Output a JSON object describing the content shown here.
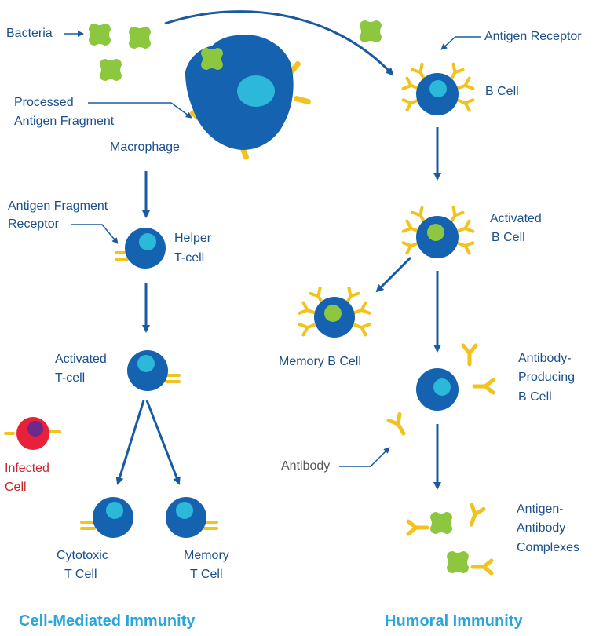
{
  "labels": {
    "bacteria": "Bacteria",
    "processed_antigen_1": "Processed",
    "processed_antigen_2": "Antigen Fragment",
    "macrophage": "Macrophage",
    "antigen_fragment_receptor_1": "Antigen Fragment",
    "antigen_fragment_receptor_2": "Receptor",
    "helper_t_1": "Helper",
    "helper_t_2": "T-cell",
    "activated_t_1": "Activated",
    "activated_t_2": "T-cell",
    "infected_1": "Infected",
    "infected_2": "Cell",
    "cytotoxic_1": "Cytotoxic",
    "cytotoxic_2": "T Cell",
    "memory_t_1": "Memory",
    "memory_t_2": "T Cell",
    "antigen_receptor": "Antigen Receptor",
    "b_cell": "B Cell",
    "activated_b_1": "Activated",
    "activated_b_2": "B Cell",
    "memory_b": "Memory B Cell",
    "antibody_producing_1": "Antibody-",
    "antibody_producing_2": "Producing",
    "antibody_producing_3": "B Cell",
    "antibody": "Antibody",
    "complexes_1": "Antigen-",
    "complexes_2": "Antibody",
    "complexes_3": "Complexes"
  },
  "titles": {
    "left": "Cell-Mediated Immunity",
    "right": "Humoral Immunity"
  },
  "colors": {
    "cell_blue": "#1562b0",
    "nucleus_cyan": "#2bb8d9",
    "activated_nucleus": "#8dc63f",
    "receptor_yellow": "#f2c31d",
    "bacteria_green": "#8dc63f",
    "arrow_blue": "#1a5aa0",
    "infected_red": "#e8203a",
    "infected_nucleus": "#6b2a8c",
    "label_blue": "#1a4f8b",
    "title_cyan": "#2aa6dc"
  }
}
